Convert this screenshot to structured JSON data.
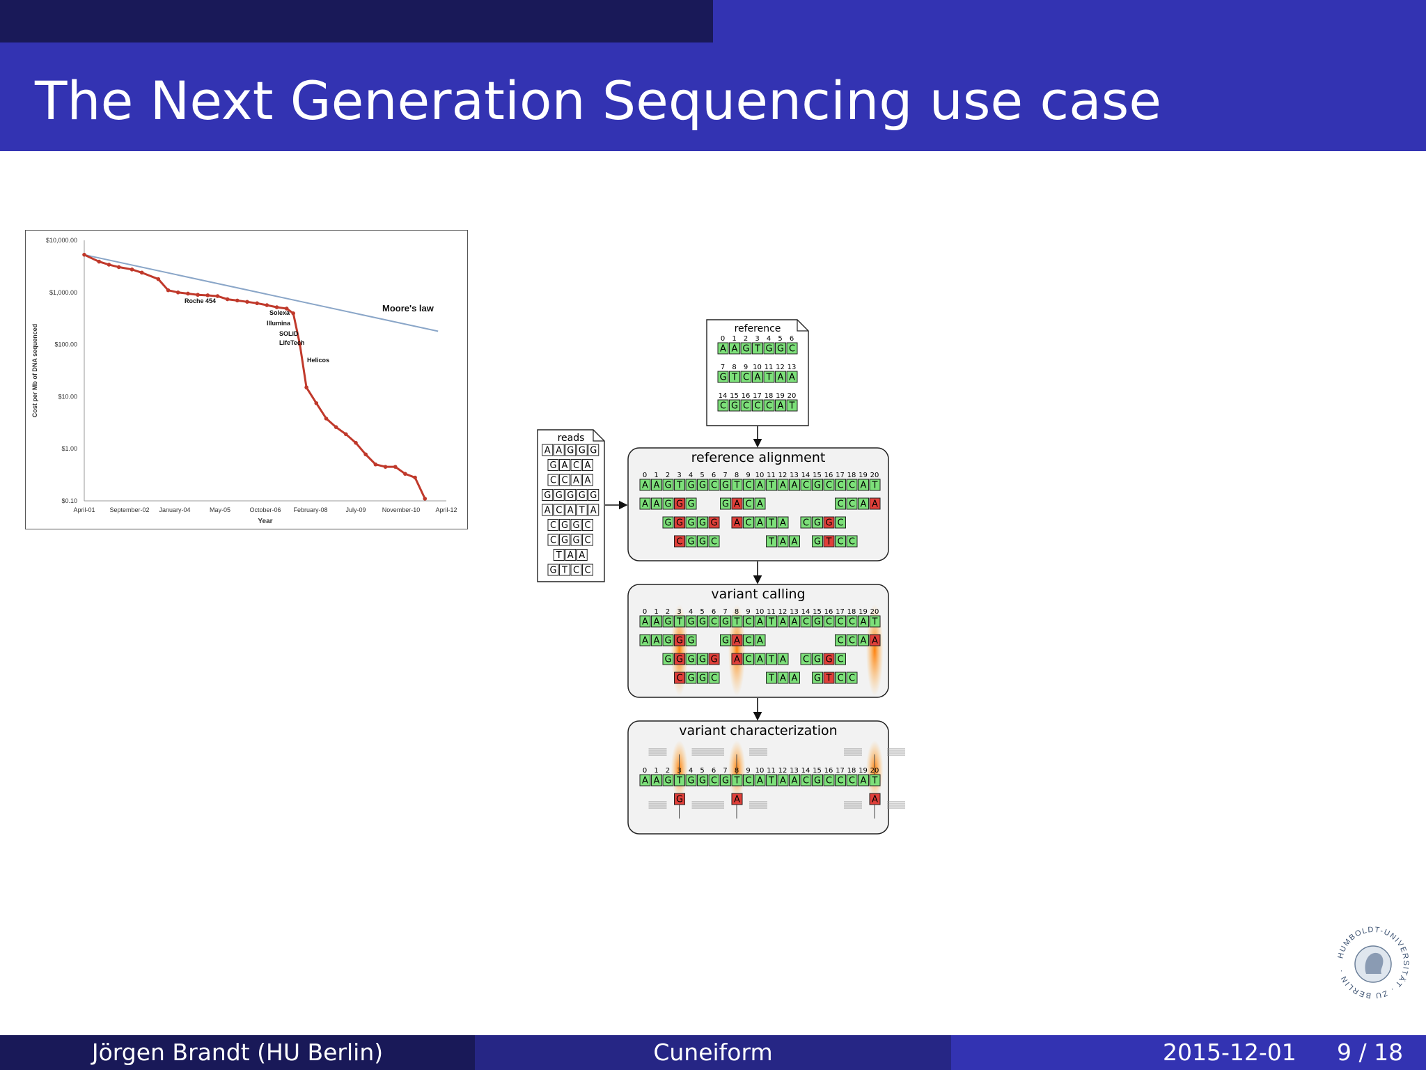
{
  "slide": {
    "title": "The Next Generation Sequencing use case",
    "colors": {
      "dark": "#191958",
      "mid": "#262685",
      "accent": "#3333b2",
      "green": "#7de07a",
      "red": "#e0403a",
      "highlight": "#ff8c1a"
    }
  },
  "footer": {
    "author": "Jörgen Brandt  (HU Berlin)",
    "topic": "Cuneiform",
    "date": "2015-12-01",
    "page": "9 / 18"
  },
  "logo": {
    "text": "HUMBOLDT-UNIVERSITÄT · ZU BERLIN ·"
  },
  "chart_data": {
    "type": "line",
    "xlabel": "Year",
    "ylabel": "Cost per Mb of DNA sequenced",
    "x_ticks": [
      "April-01",
      "September-02",
      "January-04",
      "May-05",
      "October-06",
      "February-08",
      "July-09",
      "November-10",
      "April-12"
    ],
    "y_ticks": [
      "$10,000.00",
      "$1,000.00",
      "$100.00",
      "$10.00",
      "$1.00",
      "$0.10"
    ],
    "y_scale": "log",
    "ylim": [
      0.1,
      10000
    ],
    "series": [
      {
        "name": "",
        "x": [
          2001.25,
          2001.7,
          2002.0,
          2002.3,
          2002.7,
          2003.0,
          2003.5,
          2003.8,
          2004.1,
          2004.4,
          2004.7,
          2005.0,
          2005.3,
          2005.6,
          2005.9,
          2006.2,
          2006.5,
          2006.8,
          2007.1,
          2007.4,
          2007.6,
          2007.8,
          2008.0,
          2008.3,
          2008.6,
          2008.9,
          2009.2,
          2009.5,
          2009.8,
          2010.1,
          2010.4,
          2010.7,
          2011.0,
          2011.3,
          2011.6
        ],
        "y": [
          5292,
          3898,
          3413,
          3064,
          2758,
          2400,
          1800,
          1100,
          1000,
          950,
          900,
          880,
          850,
          740,
          700,
          660,
          620,
          570,
          520,
          490,
          397,
          102,
          15.03,
          7.5,
          3.8,
          2.6,
          1.9,
          1.3,
          0.78,
          0.5,
          0.45,
          0.45,
          0.33,
          0.28,
          0.11
        ]
      },
      {
        "name": "Moore's law",
        "x": [
          2001.25,
          2012.0
        ],
        "y": [
          5292,
          180
        ]
      }
    ],
    "annotations": [
      "Roche 454",
      "Solexa",
      "Illumina",
      "SOLiD",
      "LifeTech",
      "Helicos",
      "Moore's law"
    ]
  },
  "diagram": {
    "reference": {
      "title": "reference",
      "rows": [
        {
          "idx": [
            "0",
            "1",
            "2",
            "3",
            "4",
            "5",
            "6"
          ],
          "seq": "AAGTGGC"
        },
        {
          "idx": [
            "7",
            "8",
            "9",
            "10",
            "11",
            "12",
            "13"
          ],
          "seq": "GTCATAA"
        },
        {
          "idx": [
            "14",
            "15",
            "16",
            "17",
            "18",
            "19",
            "20"
          ],
          "seq": "CGCCCAT"
        }
      ]
    },
    "reads": {
      "title": "reads",
      "items": [
        "AAGGG",
        "GACA",
        "CCAA",
        "GGGGG",
        "ACATA",
        "CGGC",
        "CGGC",
        "TAA",
        "GTCC"
      ]
    },
    "ref_seq": "AAGTGGCGTCATAACGCCCAT",
    "indices": [
      "0",
      "1",
      "2",
      "3",
      "4",
      "5",
      "6",
      "7",
      "8",
      "9",
      "10",
      "11",
      "12",
      "13",
      "14",
      "15",
      "16",
      "17",
      "18",
      "19",
      "20"
    ],
    "aligned_rows": [
      [
        {
          "start": 0,
          "seq": "AAGGG"
        },
        {
          "start": 7,
          "seq": "GACA"
        },
        {
          "start": 17,
          "seq": "CCAA"
        }
      ],
      [
        {
          "start": 2,
          "seq": "GGGGG"
        },
        {
          "start": 8,
          "seq": "ACATA"
        },
        {
          "start": 14,
          "seq": "CGGC"
        }
      ],
      [
        {
          "start": 3,
          "seq": "CGGC"
        },
        {
          "start": 11,
          "seq": "TAA"
        },
        {
          "start": 15,
          "seq": "GTCC"
        }
      ]
    ],
    "variant_positions": [
      3,
      8,
      20
    ],
    "variants": [
      {
        "pos": 3,
        "base": "G"
      },
      {
        "pos": 8,
        "base": "A"
      },
      {
        "pos": 20,
        "base": "A"
      }
    ],
    "panels": {
      "alignment": "reference alignment",
      "calling": "variant calling",
      "characterization": "variant characterization"
    }
  }
}
